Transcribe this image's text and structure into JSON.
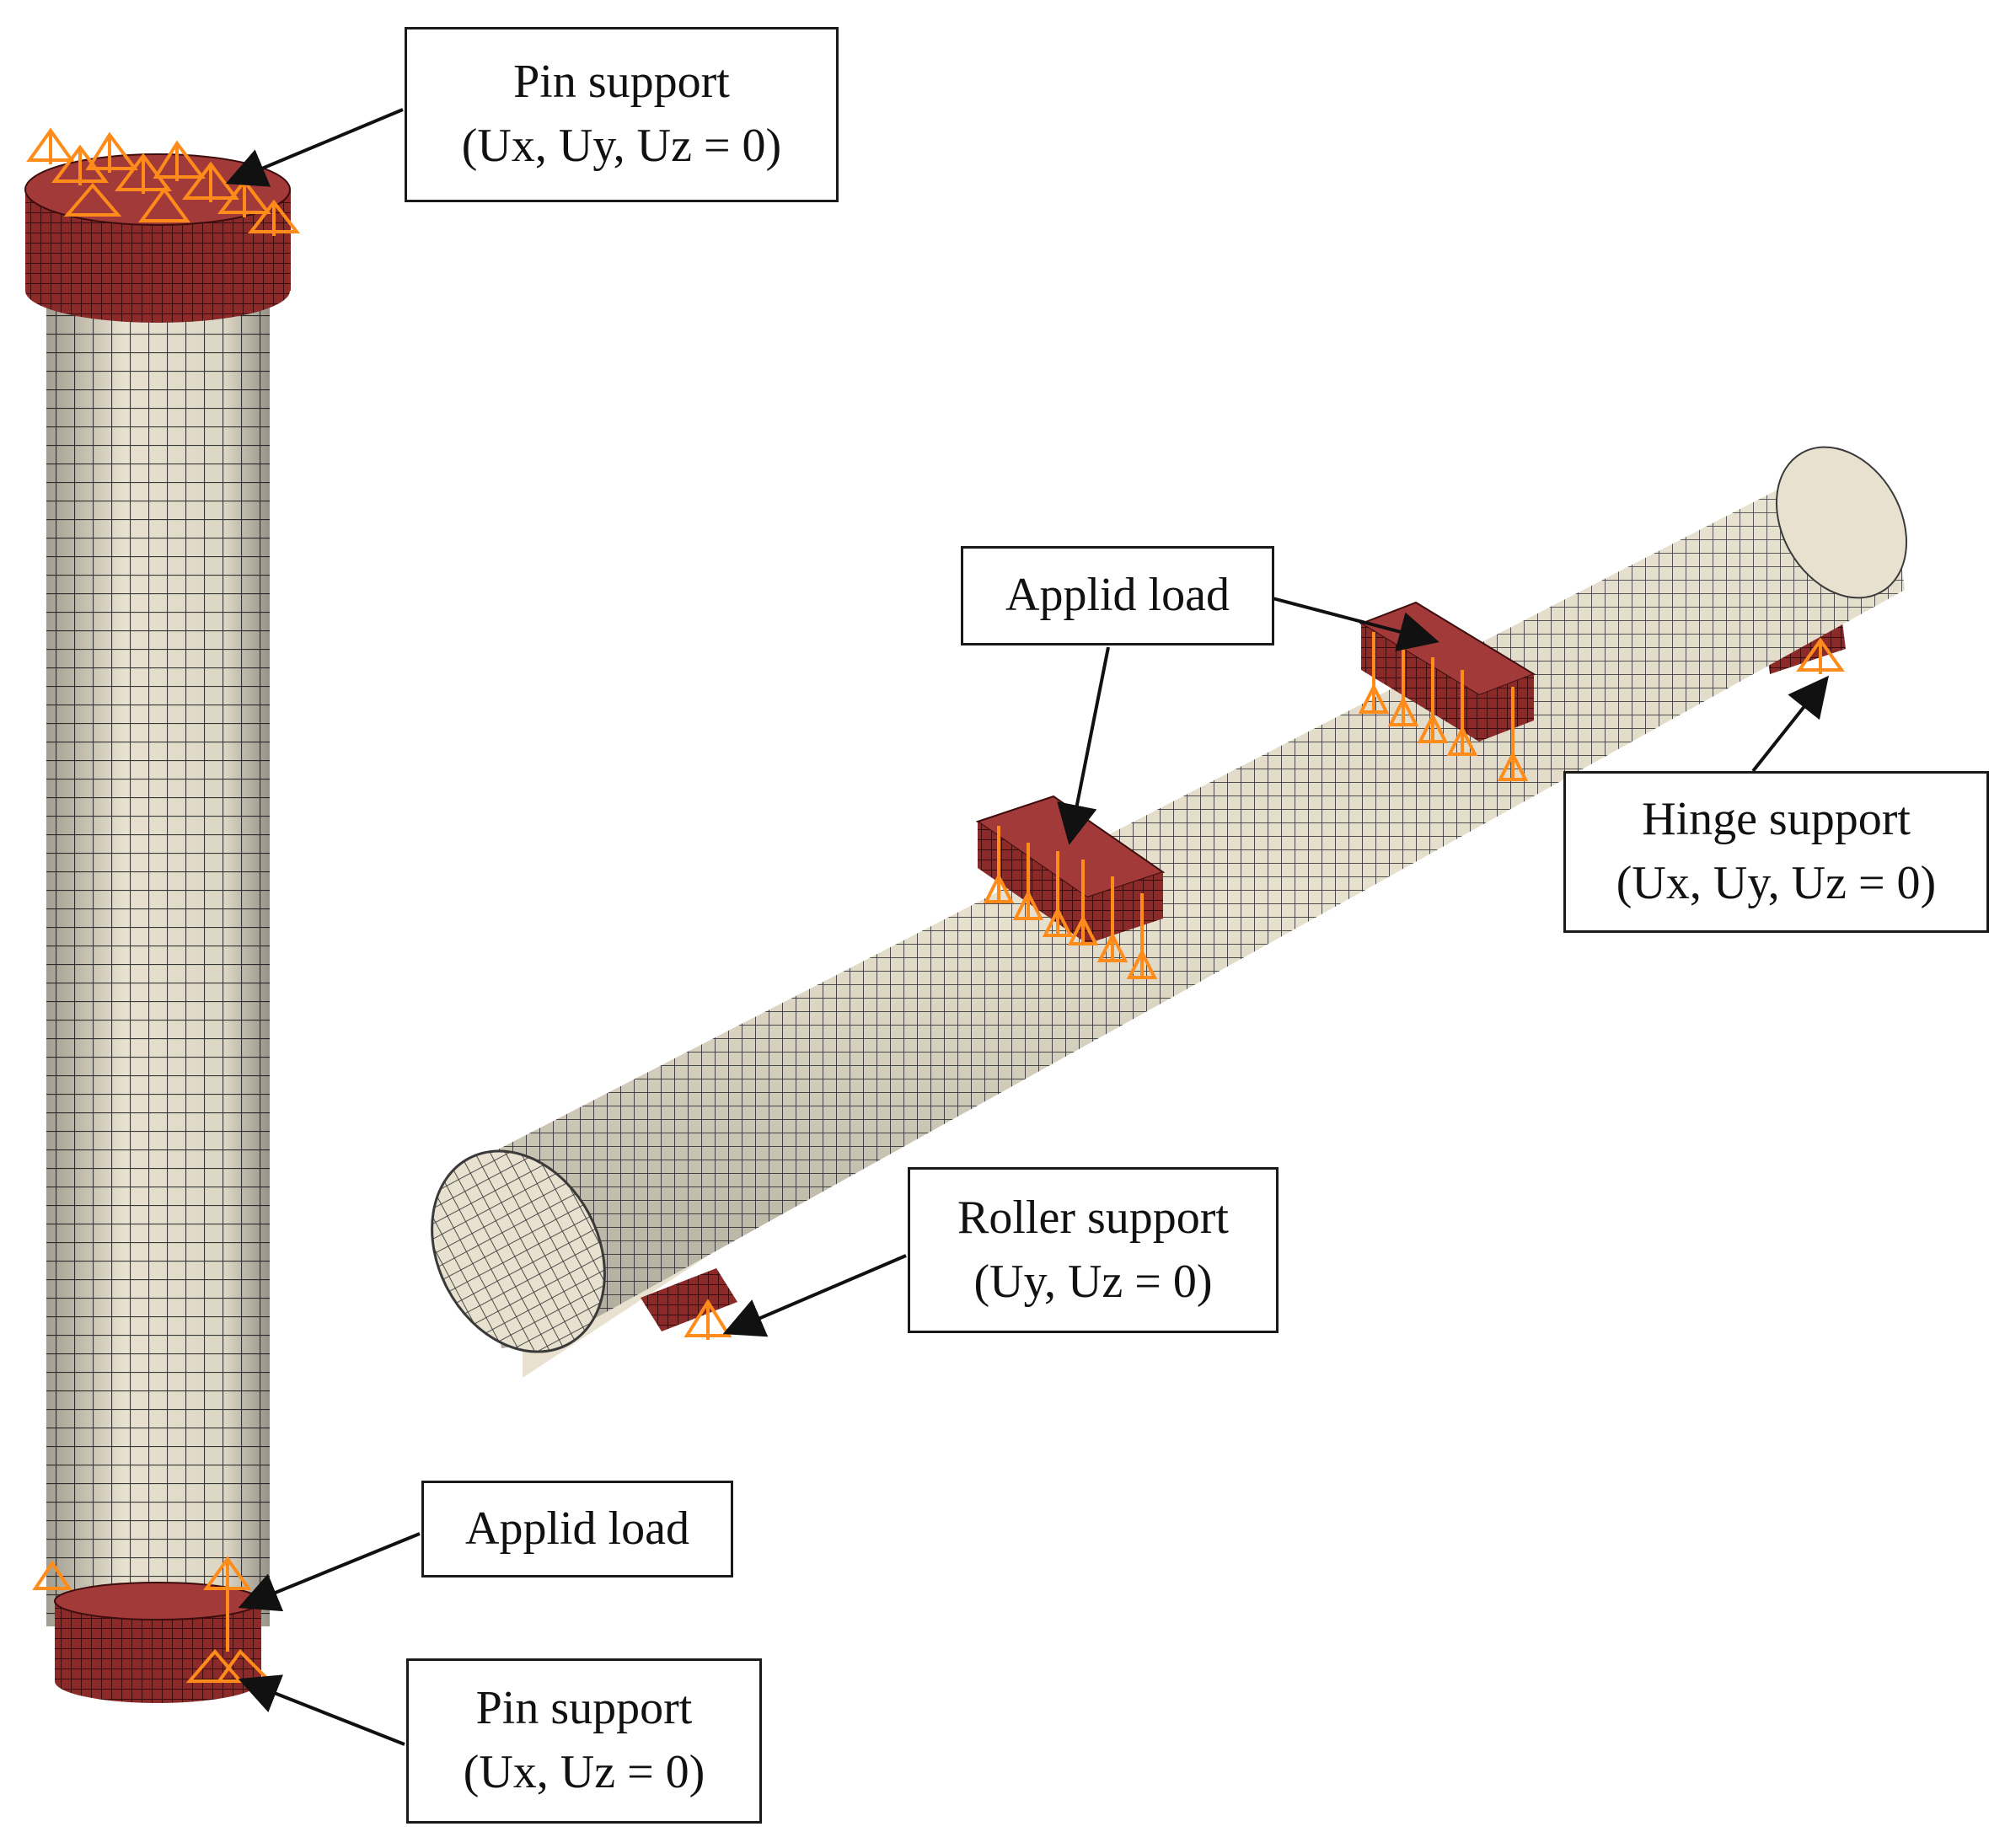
{
  "colors": {
    "background": "#ffffff",
    "concrete": "#e8e1cf",
    "mesh_line": "#3a3a3a",
    "steel_pad": "#8c2a2a",
    "boundary_symbol": "#ff8c1a",
    "arrow": "#111111"
  },
  "callouts": {
    "column_top_pin": {
      "title": "Pin support",
      "constraint": "(Ux, Uy, Uz = 0)"
    },
    "column_load": {
      "title": "Applid load"
    },
    "column_bottom_pin": {
      "title": "Pin support",
      "constraint": "(Ux, Uz = 0)"
    },
    "beam_load": {
      "title": "Applid load"
    },
    "beam_hinge": {
      "title": "Hinge support",
      "constraint": "(Ux, Uy, Uz = 0)"
    },
    "beam_roller": {
      "title": "Roller support",
      "constraint": "(Uy, Uz = 0)"
    }
  }
}
